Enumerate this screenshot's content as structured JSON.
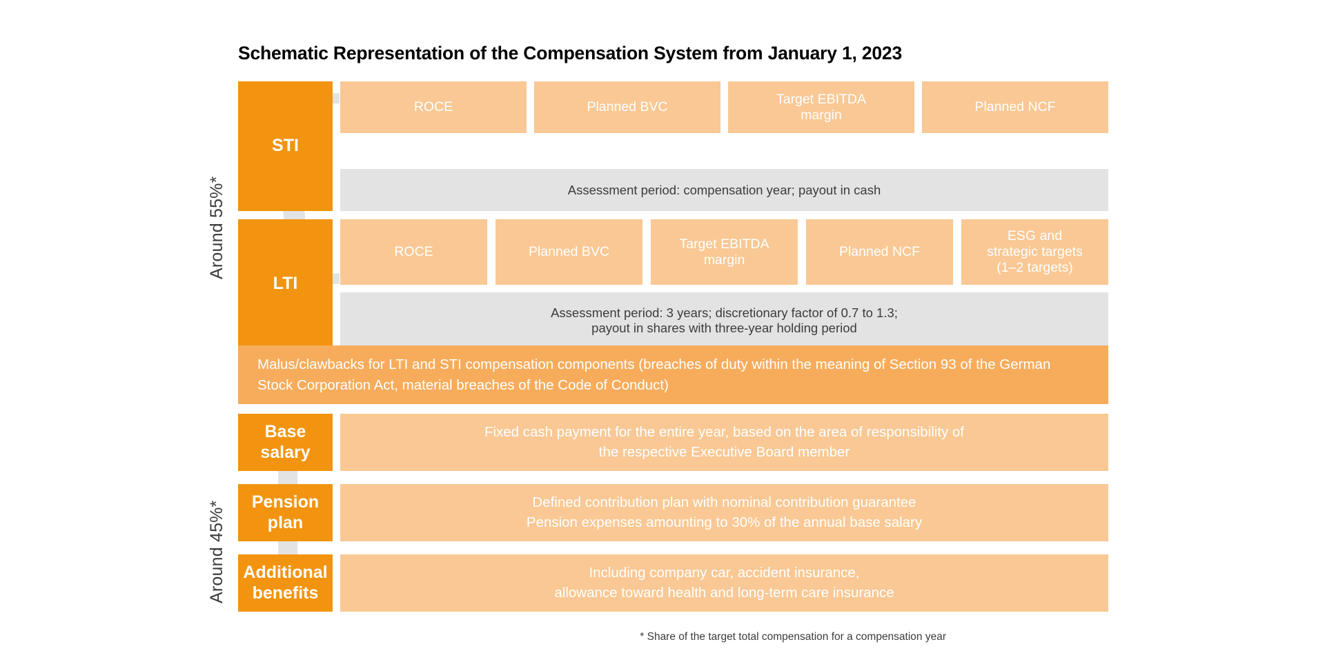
{
  "title": "Schematic Representation of the Compensation System from January 1, 2023",
  "colors": {
    "category_orange": "#f2940f",
    "kpi_light_orange": "#f9c894",
    "malus_orange": "#f7ac5c",
    "gray_bar": "#e3e3e3",
    "brace_gray": "#e3e3e3",
    "text_dark": "#3c3c3b",
    "text_white": "#ffffff"
  },
  "groups": [
    {
      "label": "Around 55%*"
    },
    {
      "label": "Around 45%*"
    }
  ],
  "variable": {
    "sti": {
      "label": "STI",
      "kpis": [
        "ROCE",
        "Planned BVC",
        "Target EBITDA\nmargin",
        "Planned NCF"
      ],
      "assessment": "Assessment period: compensation year; payout in cash"
    },
    "lti": {
      "label": "LTI",
      "kpis": [
        "ROCE",
        "Planned BVC",
        "Target EBITDA\nmargin",
        "Planned NCF",
        "ESG and\nstrategic targets\n(1–2 targets)"
      ],
      "assessment": "Assessment period: 3 years; discretionary factor of 0.7 to 1.3;\npayout in shares with three-year holding period"
    }
  },
  "malus": "Malus/clawbacks for LTI and STI compensation components (breaches of duty within the meaning of Section 93 of the German Stock Corporation Act, material breaches of the Code of Conduct)",
  "fixed": [
    {
      "label": "Base\nsalary",
      "description": "Fixed cash payment for the entire year, based on the area of responsibility of\nthe respective Executive Board member"
    },
    {
      "label": "Pension\nplan",
      "description": "Defined contribution plan with nominal contribution guarantee\nPension expenses amounting to 30% of the annual base salary"
    },
    {
      "label": "Additional\nbenefits",
      "description": "Including company car, accident insurance,\nallowance toward health and long-term care insurance"
    }
  ],
  "footnote": "* Share of the target total compensation for a compensation year"
}
